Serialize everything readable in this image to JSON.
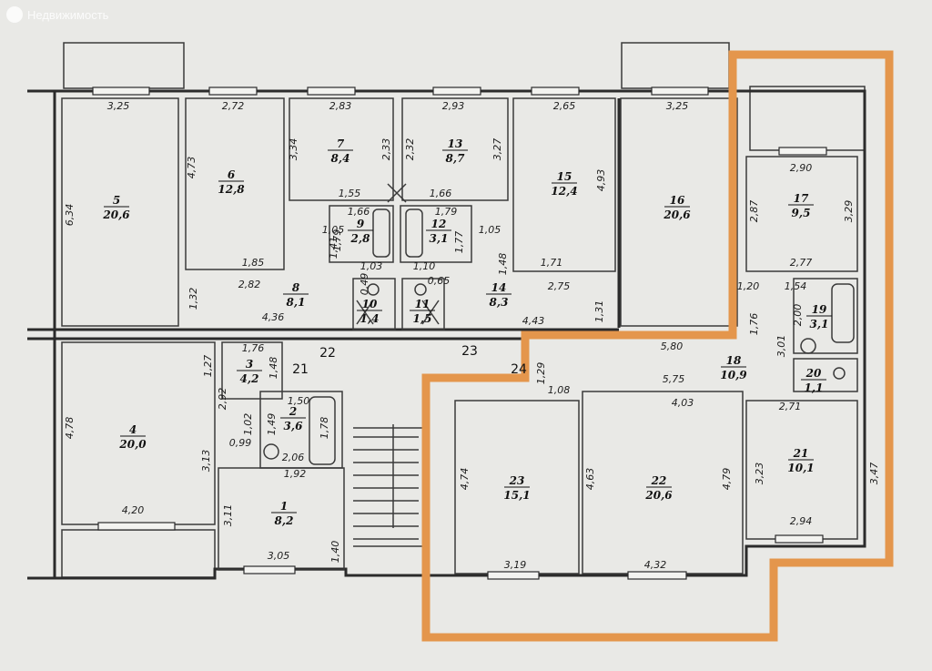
{
  "watermark": "Недвижимость",
  "highlight_color": "#E4964C",
  "rooms": [
    {
      "num": "5",
      "area": "20,6"
    },
    {
      "num": "6",
      "area": "12,8"
    },
    {
      "num": "7",
      "area": "8,4"
    },
    {
      "num": "13",
      "area": "8,7"
    },
    {
      "num": "15",
      "area": "12,4"
    },
    {
      "num": "16",
      "area": "20,6"
    },
    {
      "num": "17",
      "area": "9,5"
    },
    {
      "num": "9",
      "area": "2,8"
    },
    {
      "num": "12",
      "area": "3,1"
    },
    {
      "num": "8",
      "area": "8,1"
    },
    {
      "num": "14",
      "area": "8,3"
    },
    {
      "num": "10",
      "area": "1,4"
    },
    {
      "num": "11",
      "area": "1,5"
    },
    {
      "num": "19",
      "area": "3,1"
    },
    {
      "num": "20",
      "area": "1,1"
    },
    {
      "num": "18",
      "area": "10,9"
    },
    {
      "num": "3",
      "area": "4,2"
    },
    {
      "num": "2",
      "area": "3,6"
    },
    {
      "num": "4",
      "area": "20,0"
    },
    {
      "num": "1",
      "area": "8,2"
    },
    {
      "num": "23",
      "area": "15,1"
    },
    {
      "num": "22",
      "area": "20,6"
    },
    {
      "num": "21",
      "area": "10,1"
    }
  ],
  "dims": [
    "3,25",
    "2,72",
    "2,83",
    "2,93",
    "2,65",
    "3,25",
    "2,90",
    "6,34",
    "4,73",
    "3,34",
    "2,33",
    "2,32",
    "3,27",
    "4,93",
    "2,87",
    "3,29",
    "1,55",
    "1,66",
    "1,66",
    "1,79",
    "1,05",
    "1,79",
    "1,77",
    "1,05",
    "1,48",
    "1,41",
    "1,03",
    "1,10",
    "1,85",
    "1,71",
    "2,77",
    "2,82",
    "0,49",
    "0,65",
    "2,75",
    "1,32",
    "1,31",
    "1,20",
    "1,54",
    "2,00",
    "1,76",
    "3,01",
    "4,36",
    "4,43",
    "5,80",
    "1,27",
    "1,76",
    "1,48",
    "2,92",
    "1,29",
    "1,08",
    "5,75",
    "4,03",
    "2,71",
    "1,50",
    "1,78",
    "1,49",
    "1,02",
    "0,99",
    "2,06",
    "3,13",
    "4,78",
    "1,92",
    "4,74",
    "4,63",
    "4,79",
    "3,23",
    "3,47",
    "3,11",
    "1,40",
    "4,20",
    "3,05",
    "3,19",
    "4,32",
    "2,94"
  ],
  "corridors": [
    "22",
    "21",
    "23",
    "24"
  ]
}
